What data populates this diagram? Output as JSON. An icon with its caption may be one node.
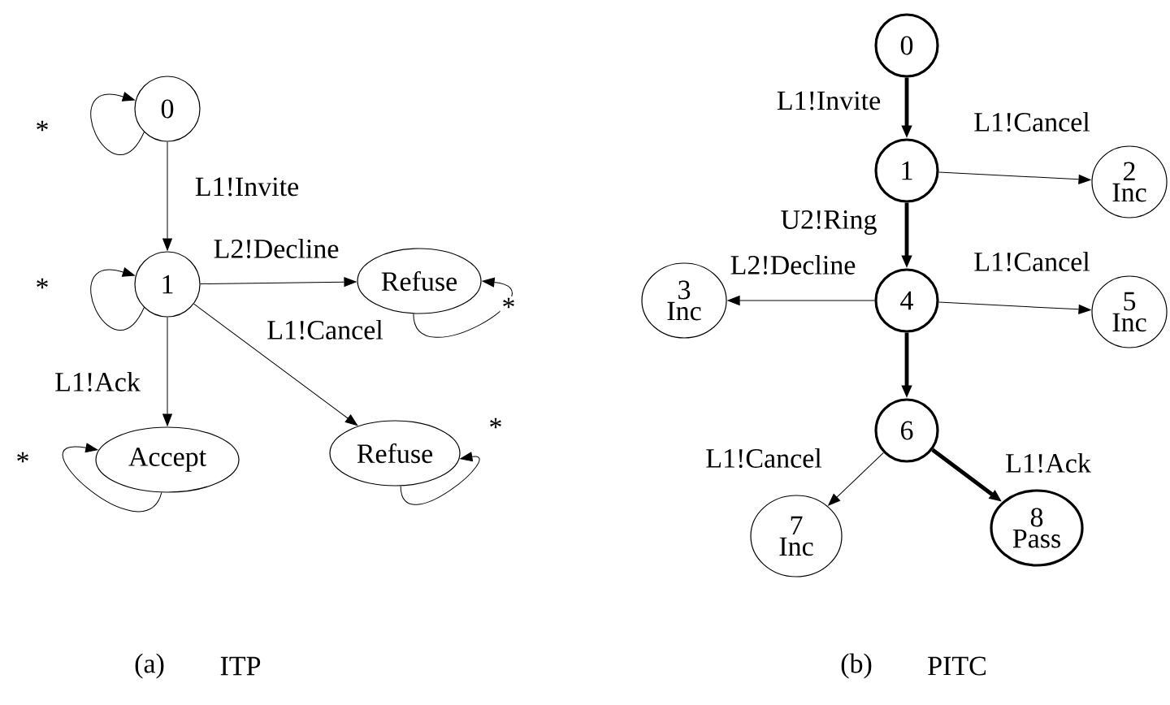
{
  "diagram": {
    "nodes": [
      {
        "text": [
          "0"
        ]
      },
      {
        "text": [
          "1"
        ]
      },
      {
        "text": [
          "Refuse"
        ]
      },
      {
        "text": [
          "Accept"
        ]
      },
      {
        "text": [
          "Refuse"
        ]
      },
      {
        "text": [
          "0"
        ]
      },
      {
        "text": [
          "1"
        ]
      },
      {
        "text": [
          "2",
          "Inc"
        ]
      },
      {
        "text": [
          "3",
          "Inc"
        ]
      },
      {
        "text": [
          "4"
        ]
      },
      {
        "text": [
          "5",
          "Inc"
        ]
      },
      {
        "text": [
          "6"
        ]
      },
      {
        "text": [
          "7",
          "Inc"
        ]
      },
      {
        "text": [
          "8",
          "Pass"
        ]
      }
    ],
    "edges": [
      {
        "from": 0,
        "to": 0,
        "arrow": "to",
        "label": "*"
      },
      {
        "from": 0,
        "to": 1,
        "arrow": "to",
        "label": "L1!Invite"
      },
      {
        "from": 1,
        "to": 1,
        "arrow": "to",
        "label": "*"
      },
      {
        "from": 1,
        "to": 2,
        "arrow": "to",
        "label": "L2!Decline"
      },
      {
        "from": 1,
        "to": 4,
        "arrow": "to",
        "label": "L1!Cancel"
      },
      {
        "from": 1,
        "to": 3,
        "arrow": "to",
        "label": "L1!Ack"
      },
      {
        "from": 2,
        "to": 2,
        "arrow": "to",
        "label": "*"
      },
      {
        "from": 3,
        "to": 3,
        "arrow": "to",
        "label": "*"
      },
      {
        "from": 4,
        "to": 4,
        "arrow": "to",
        "label": "*"
      },
      {
        "from": 5,
        "to": 6,
        "arrow": "to",
        "label": "L1!Invite",
        "style": "thick"
      },
      {
        "from": 6,
        "to": 7,
        "arrow": "to",
        "label": "L1!Cancel"
      },
      {
        "from": 6,
        "to": 9,
        "arrow": "to",
        "label": "U2!Ring",
        "style": "thick"
      },
      {
        "from": 9,
        "to": 8,
        "arrow": "to",
        "label": "L2!Decline"
      },
      {
        "from": 9,
        "to": 10,
        "arrow": "to",
        "label": "L1!Cancel"
      },
      {
        "from": 9,
        "to": 11,
        "arrow": "to",
        "style": "thick"
      },
      {
        "from": 11,
        "to": 12,
        "arrow": "to",
        "label": "L1!Cancel"
      },
      {
        "from": 11,
        "to": 13,
        "arrow": "to",
        "label": "L1!Ack",
        "style": "thick"
      }
    ],
    "labels": [
      "(a)",
      "ITP",
      "(b)",
      "PITC"
    ]
  }
}
